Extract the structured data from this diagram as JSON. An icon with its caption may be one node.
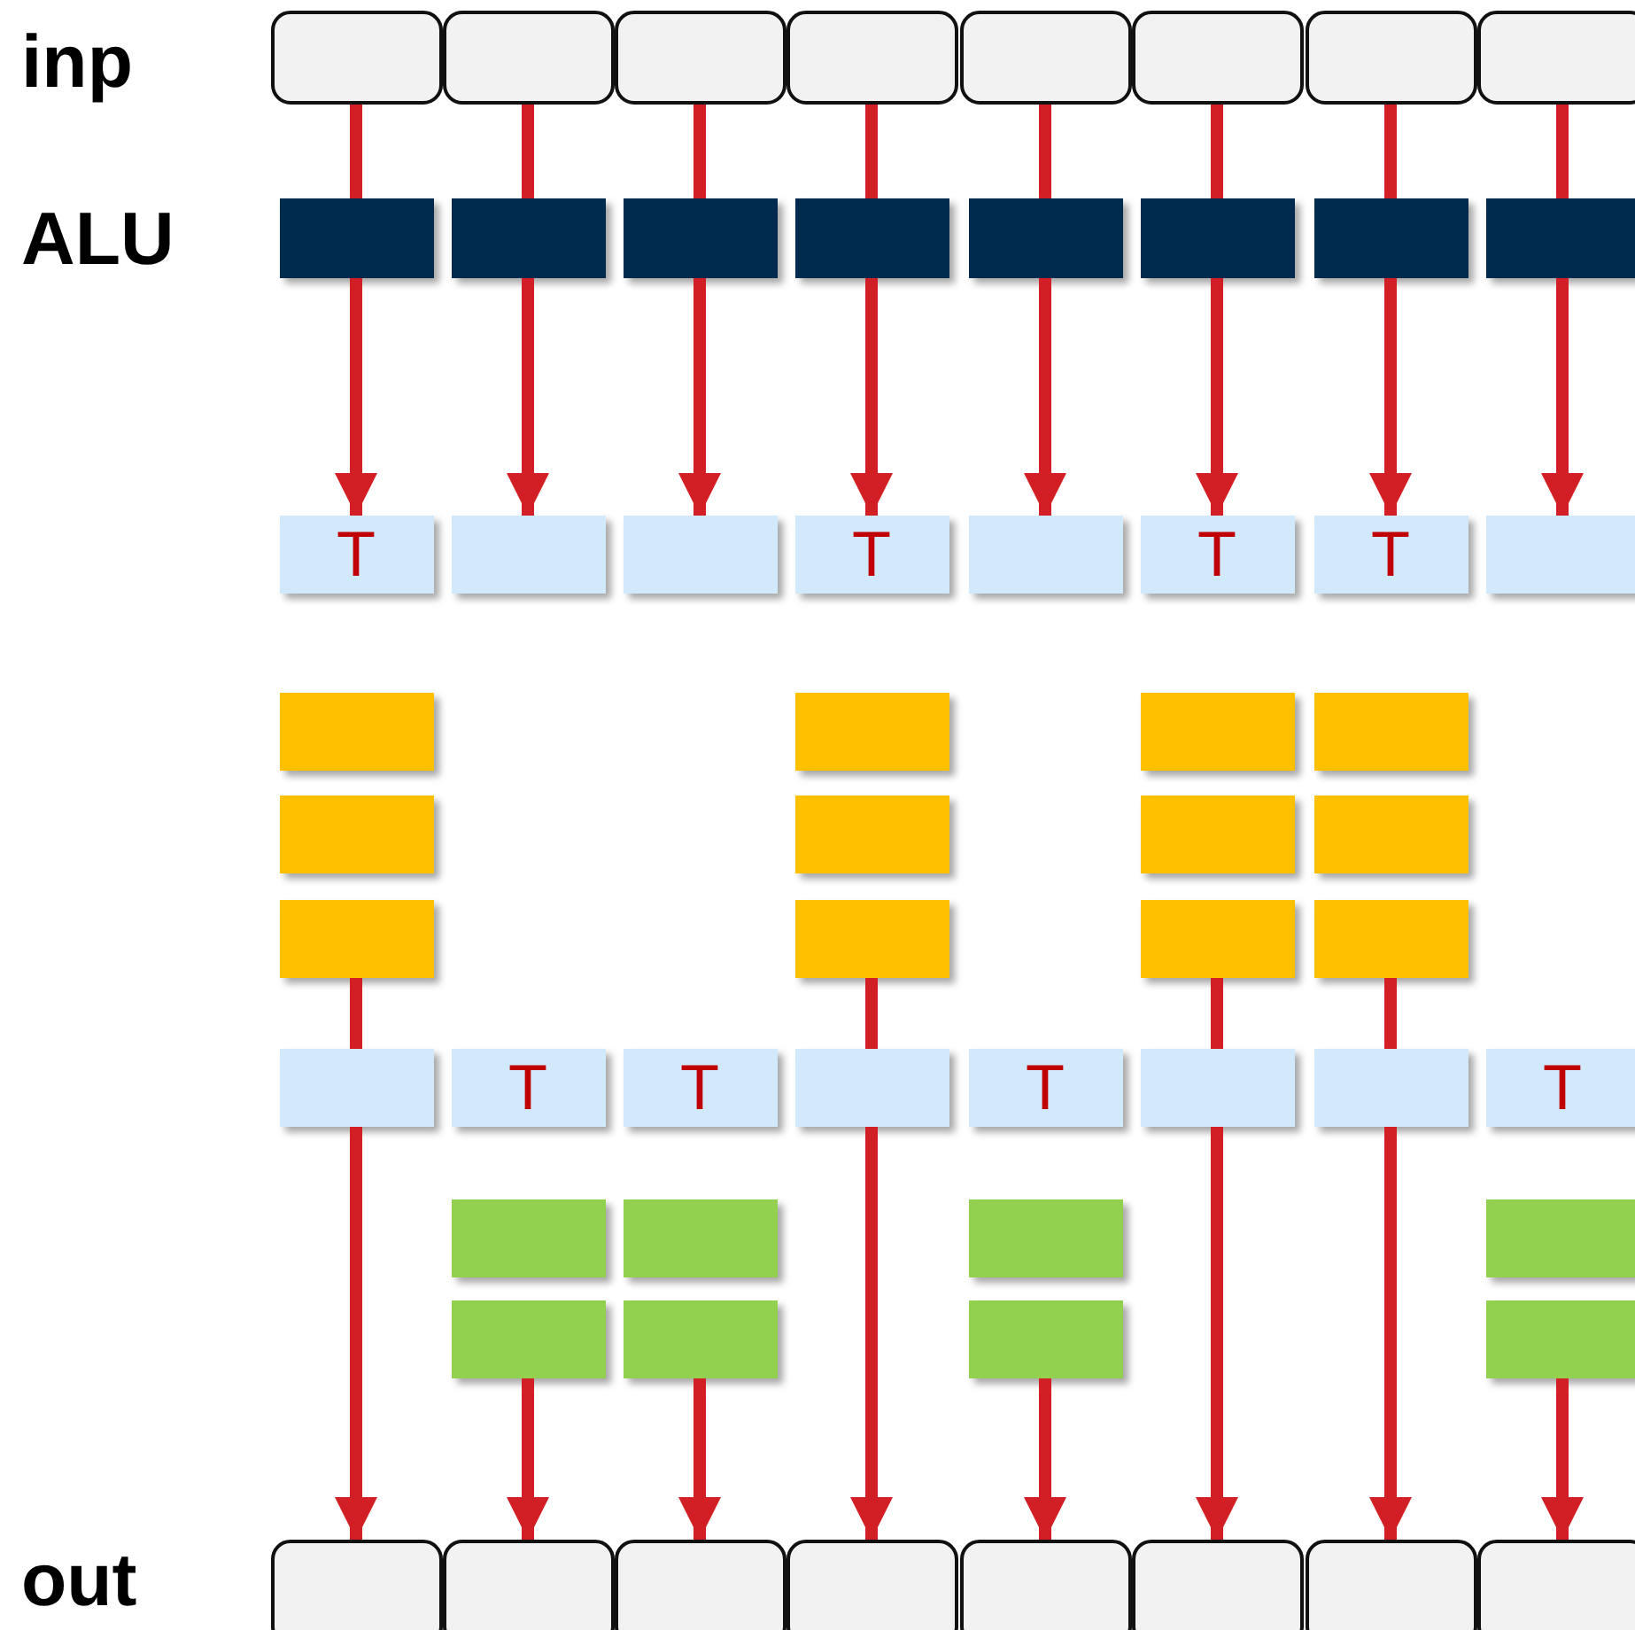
{
  "diagram": {
    "nodes": [
      {
        "text": [],
        "shape": "box"
      },
      {
        "text": [],
        "shape": "box"
      },
      {
        "text": [],
        "shape": "box"
      },
      {
        "text": [],
        "shape": "box"
      },
      {
        "text": [],
        "shape": "box"
      },
      {
        "text": [],
        "shape": "box"
      },
      {
        "text": [],
        "shape": "box"
      },
      {
        "text": [],
        "shape": "box"
      },
      {
        "text": [],
        "shape": "bar"
      },
      {
        "text": [],
        "shape": "bar"
      },
      {
        "text": [],
        "shape": "bar"
      },
      {
        "text": [],
        "shape": "bar"
      },
      {
        "text": [],
        "shape": "bar"
      },
      {
        "text": [],
        "shape": "bar"
      },
      {
        "text": [],
        "shape": "bar"
      },
      {
        "text": [],
        "shape": "bar"
      },
      {
        "text": [
          "T"
        ]
      },
      {
        "text": [],
        "shape": "box"
      },
      {
        "text": [],
        "shape": "box"
      },
      {
        "text": [
          "T"
        ]
      },
      {
        "text": [],
        "shape": "box"
      },
      {
        "text": [
          "T"
        ]
      },
      {
        "text": [
          "T"
        ]
      },
      {
        "text": [],
        "shape": "box"
      },
      {
        "text": [],
        "shape": "box"
      },
      {
        "text": [],
        "shape": "box"
      },
      {
        "text": [],
        "shape": "box"
      },
      {
        "text": [],
        "shape": "box"
      },
      {
        "text": [],
        "shape": "box"
      },
      {
        "text": [],
        "shape": "box"
      },
      {
        "text": [],
        "shape": "box"
      },
      {
        "text": [],
        "shape": "box"
      },
      {
        "text": [],
        "shape": "box"
      },
      {
        "text": [],
        "shape": "box"
      },
      {
        "text": [],
        "shape": "box"
      },
      {
        "text": [],
        "shape": "box"
      },
      {
        "text": [],
        "shape": "box"
      },
      {
        "text": [
          "T"
        ]
      },
      {
        "text": [
          "T"
        ]
      },
      {
        "text": [],
        "shape": "box"
      },
      {
        "text": [
          "T"
        ]
      },
      {
        "text": [],
        "shape": "box"
      },
      {
        "text": [],
        "shape": "box"
      },
      {
        "text": [
          "T"
        ]
      },
      {
        "text": [],
        "shape": "box"
      },
      {
        "text": [],
        "shape": "box"
      },
      {
        "text": [],
        "shape": "box"
      },
      {
        "text": [],
        "shape": "box"
      },
      {
        "text": [],
        "shape": "box"
      },
      {
        "text": [],
        "shape": "box"
      },
      {
        "text": [],
        "shape": "box"
      },
      {
        "text": [],
        "shape": "box"
      },
      {
        "text": [],
        "shape": "box"
      },
      {
        "text": [],
        "shape": "box"
      },
      {
        "text": [],
        "shape": "box"
      },
      {
        "text": [],
        "shape": "box"
      },
      {
        "text": [],
        "shape": "box"
      },
      {
        "text": [],
        "shape": "box"
      },
      {
        "text": [],
        "shape": "box"
      },
      {
        "text": [],
        "shape": "box"
      }
    ],
    "edges": [
      {
        "from": 0,
        "to": 8,
        "arrow": "none"
      },
      {
        "from": 8,
        "to": 16,
        "arrow": "to"
      },
      {
        "from": 1,
        "to": 9,
        "arrow": "none"
      },
      {
        "from": 9,
        "to": 17,
        "arrow": "to"
      },
      {
        "from": 2,
        "to": 10,
        "arrow": "none"
      },
      {
        "from": 10,
        "to": 18,
        "arrow": "to"
      },
      {
        "from": 3,
        "to": 11,
        "arrow": "none"
      },
      {
        "from": 11,
        "to": 19,
        "arrow": "to"
      },
      {
        "from": 4,
        "to": 12,
        "arrow": "none"
      },
      {
        "from": 12,
        "to": 20,
        "arrow": "to"
      },
      {
        "from": 5,
        "to": 13,
        "arrow": "none"
      },
      {
        "from": 13,
        "to": 21,
        "arrow": "to"
      },
      {
        "from": 6,
        "to": 14,
        "arrow": "none"
      },
      {
        "from": 14,
        "to": 22,
        "arrow": "to"
      },
      {
        "from": 7,
        "to": 15,
        "arrow": "none"
      },
      {
        "from": 15,
        "to": 23,
        "arrow": "to"
      },
      {
        "from": 32,
        "to": 36,
        "arrow": "none"
      },
      {
        "from": 36,
        "to": 52,
        "arrow": "to"
      },
      {
        "from": 48,
        "to": 53,
        "arrow": "to"
      },
      {
        "from": 49,
        "to": 54,
        "arrow": "to"
      },
      {
        "from": 33,
        "to": 39,
        "arrow": "none"
      },
      {
        "from": 39,
        "to": 55,
        "arrow": "to"
      },
      {
        "from": 50,
        "to": 56,
        "arrow": "to"
      },
      {
        "from": 34,
        "to": 41,
        "arrow": "none"
      },
      {
        "from": 41,
        "to": 57,
        "arrow": "to"
      },
      {
        "from": 35,
        "to": 42,
        "arrow": "none"
      },
      {
        "from": 42,
        "to": 58,
        "arrow": "to"
      },
      {
        "from": 51,
        "to": 59,
        "arrow": "to"
      }
    ],
    "labels": [
      "inp",
      "ALU",
      "out"
    ]
  }
}
